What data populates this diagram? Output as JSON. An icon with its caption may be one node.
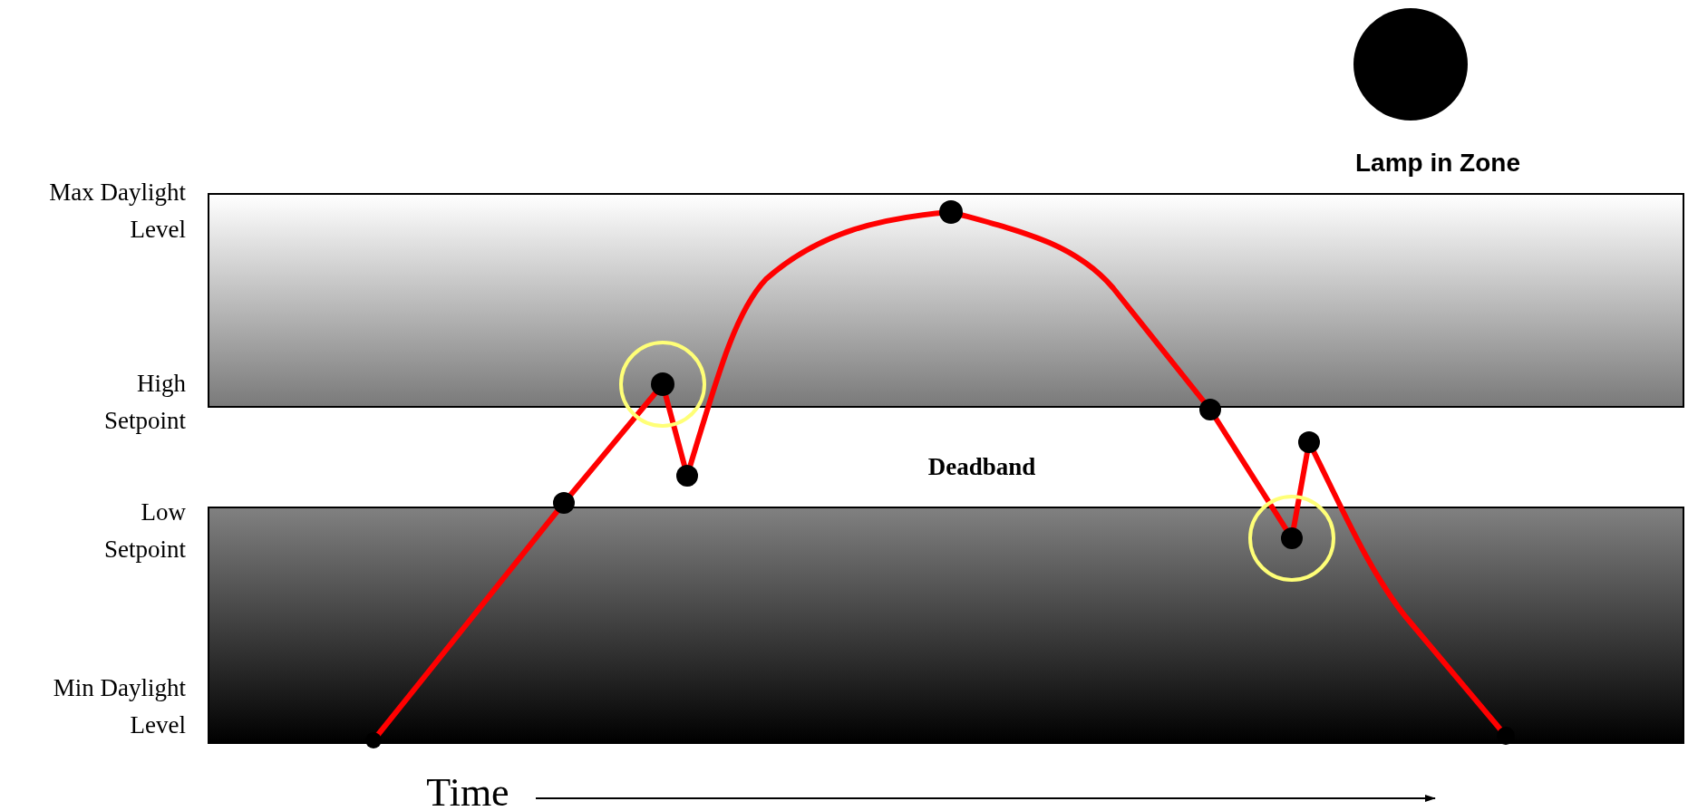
{
  "diagram": {
    "nodes": [
      {
        "text": [],
        "shape": "circle"
      },
      {
        "text": [],
        "shape": "box"
      },
      {
        "text": [],
        "shape": "box"
      }
    ],
    "labels": [
      "Max Daylight Level",
      "High Setpoint",
      "Low Setpoint",
      "Min Daylight Level",
      "Deadband",
      "Time",
      "Lamp in Zone"
    ]
  }
}
